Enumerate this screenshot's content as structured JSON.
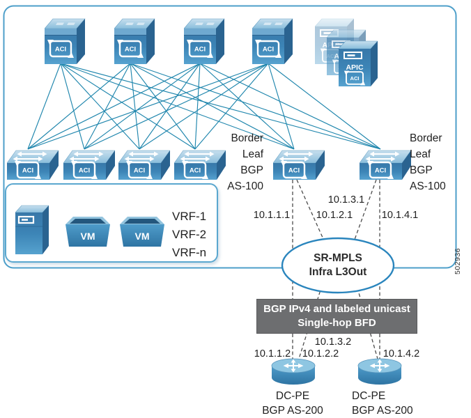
{
  "labels": {
    "aci": "ACI",
    "apic": "APIC",
    "vm": "VM"
  },
  "fabric": {
    "border_leaf_left": "Border\nLeaf\nBGP\nAS-100",
    "border_leaf_right": "Border\nLeaf\nBGP\nAS-100",
    "vrf_list": "VRF-1\nVRF-2\nVRF-n"
  },
  "cloud": {
    "line1": "SR-MPLS",
    "line2": "Infra L3Out"
  },
  "bfd": {
    "line1": "BGP IPv4 and labeled unicast",
    "line2": "Single-hop BFD"
  },
  "ips": {
    "top": [
      "10.1.1.1",
      "10.1.2.1",
      "10.1.3.1",
      "10.1.4.1"
    ],
    "bottom": [
      "10.1.1.2",
      "10.1.2.2",
      "10.1.3.2",
      "10.1.4.2"
    ]
  },
  "dc_pe": {
    "left": "DC-PE\nBGP AS-200",
    "right": "DC-PE\nBGP AS-200"
  },
  "figure_id": "502936",
  "colors": {
    "node_blue": "#3c80b1",
    "node_blue_light": "#a9cfe4",
    "link_blue": "#1f86ad",
    "frame_blue": "#4d9fca",
    "bfd_gray": "#6d6e70",
    "dashed_gray": "#4b4b4b"
  }
}
